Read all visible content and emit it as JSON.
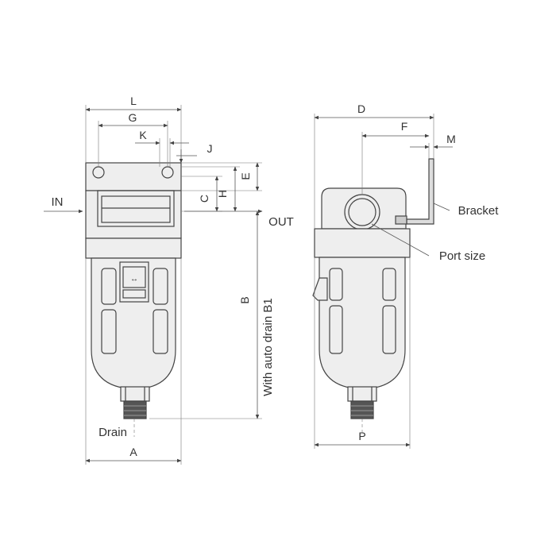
{
  "labels": {
    "L": "L",
    "G": "G",
    "K": "K",
    "J": "J",
    "E": "E",
    "C": "C",
    "H": "H",
    "IN": "IN",
    "OUT": "OUT",
    "B": "B",
    "B1": "With auto drain B1",
    "Drain": "Drain",
    "A": "A",
    "D": "D",
    "F": "F",
    "M": "M",
    "Bracket": "Bracket",
    "PortSize": "Port size",
    "P": "P"
  },
  "colors": {
    "line": "#444444",
    "body": "#eeeeee",
    "text": "#333333"
  }
}
